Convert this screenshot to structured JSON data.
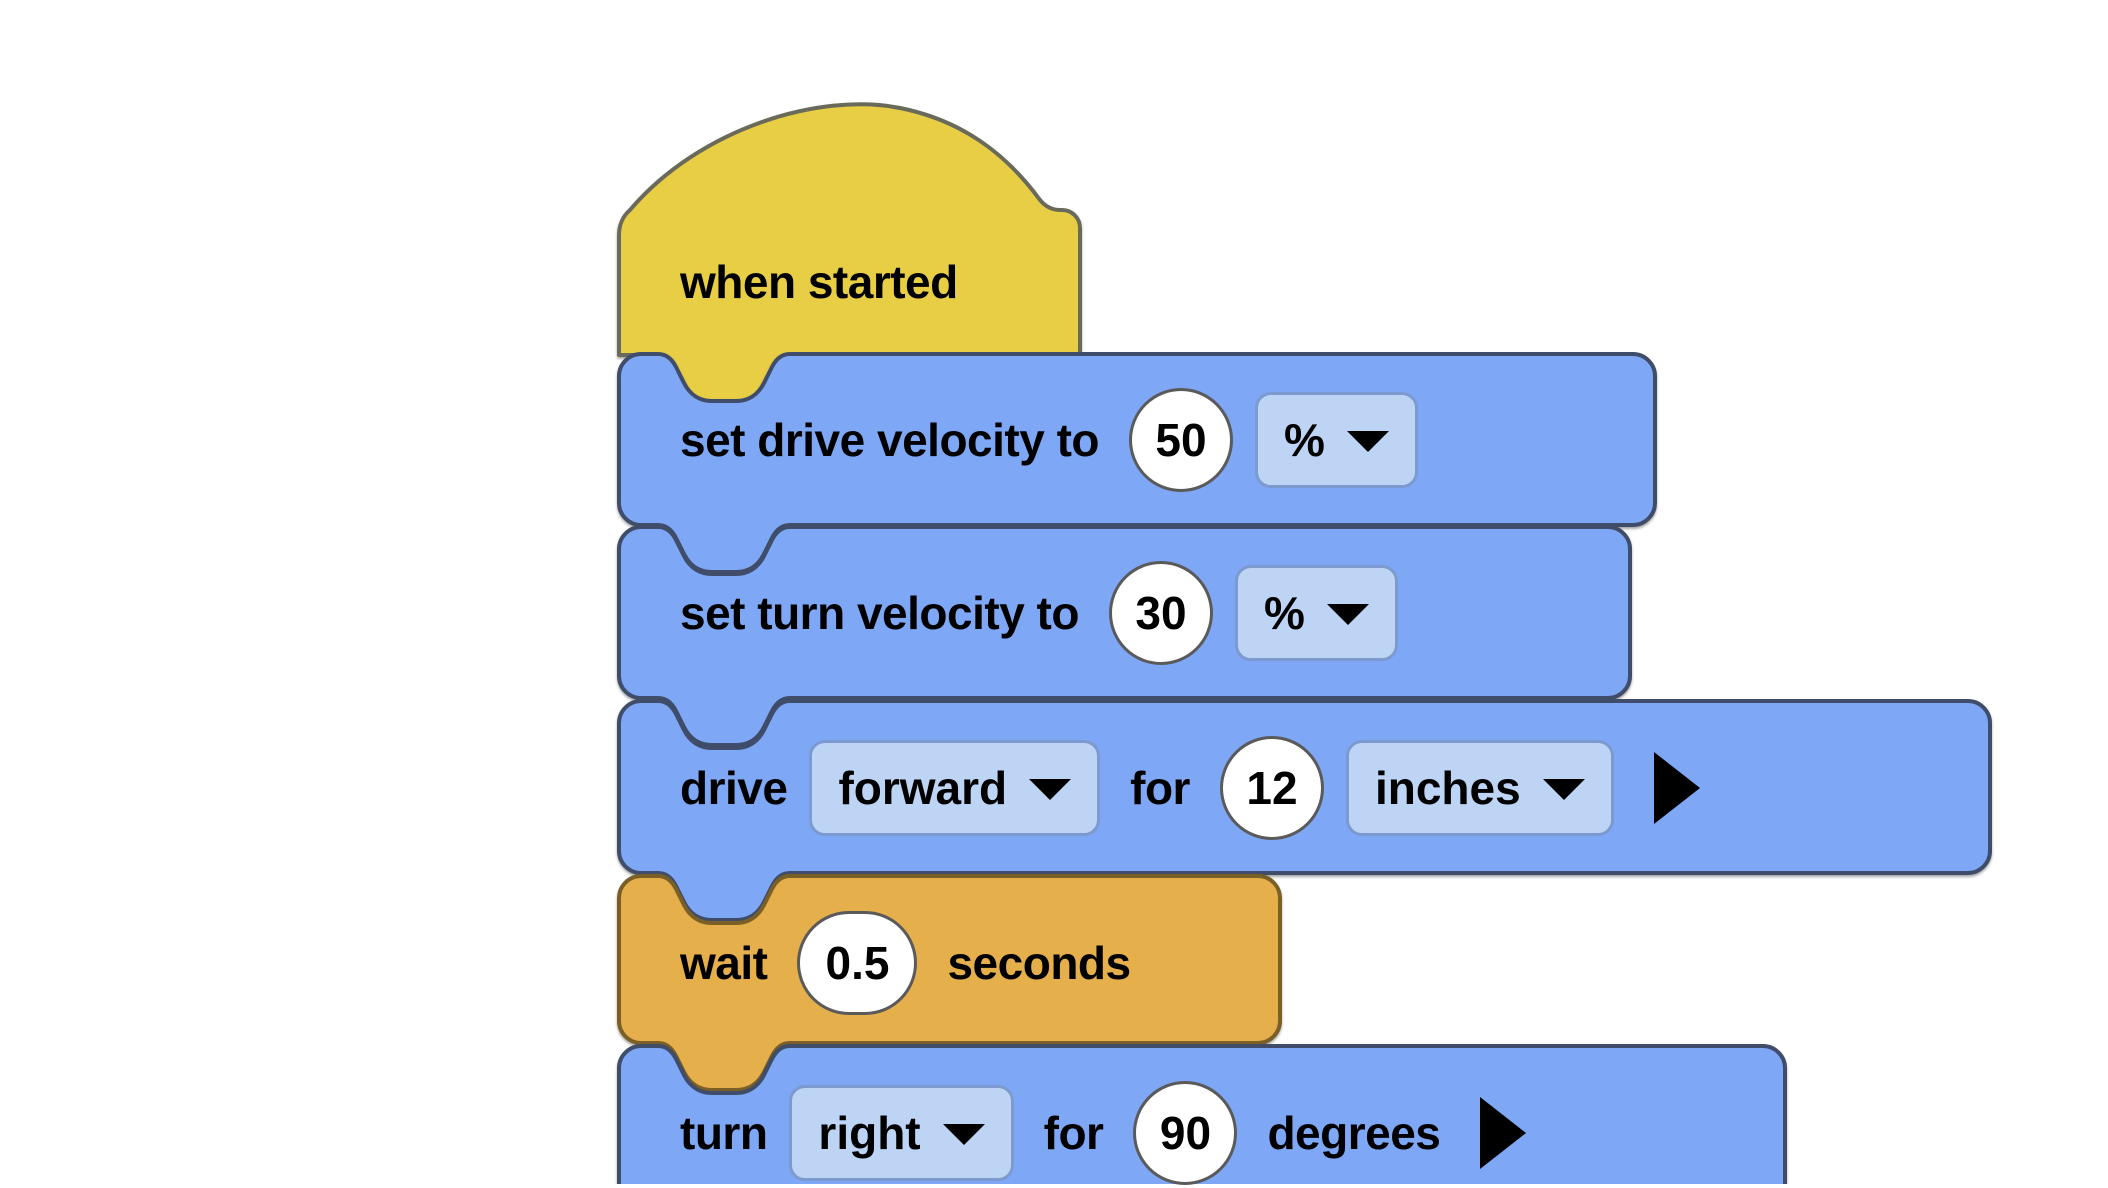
{
  "workspace": {
    "background_color": "#ffffff",
    "block_colors": {
      "event_yellow": "#E8CE45",
      "drivetrain_blue": "#7EA7F5",
      "control_orange": "#E5AF4C",
      "field_light_blue": "#BDD4F5",
      "outline": "#5A5A5A",
      "value_white": "#FFFFFF"
    }
  },
  "script": {
    "blocks": [
      {
        "id": "when-started",
        "type": "hat",
        "category": "event",
        "label": "when started",
        "color": "#E8CE45"
      },
      {
        "id": "set-drive-velocity",
        "type": "stack",
        "category": "drivetrain",
        "color": "#7EA7F5",
        "label_before": "set drive velocity to",
        "value": "50",
        "unit": "%",
        "unit_icon": "chevron-down-icon"
      },
      {
        "id": "set-turn-velocity",
        "type": "stack",
        "category": "drivetrain",
        "color": "#7EA7F5",
        "label_before": "set turn velocity to",
        "value": "30",
        "unit": "%",
        "unit_icon": "chevron-down-icon"
      },
      {
        "id": "drive-forward",
        "type": "stack",
        "category": "drivetrain",
        "color": "#7EA7F5",
        "label_before": "drive",
        "direction": "forward",
        "label_middle": "for",
        "value": "12",
        "unit": "inches",
        "unit_icon": "chevron-down-icon",
        "run_icon": "play-triangle-icon"
      },
      {
        "id": "wait",
        "type": "stack",
        "category": "control",
        "color": "#E5AF4C",
        "label_before": "wait",
        "value": "0.5",
        "label_after": "seconds"
      },
      {
        "id": "turn-right",
        "type": "stack",
        "category": "drivetrain",
        "color": "#7EA7F5",
        "label_before": "turn",
        "direction": "right",
        "label_middle": "for",
        "value": "90",
        "label_after": "degrees",
        "run_icon": "play-triangle-icon"
      }
    ]
  }
}
